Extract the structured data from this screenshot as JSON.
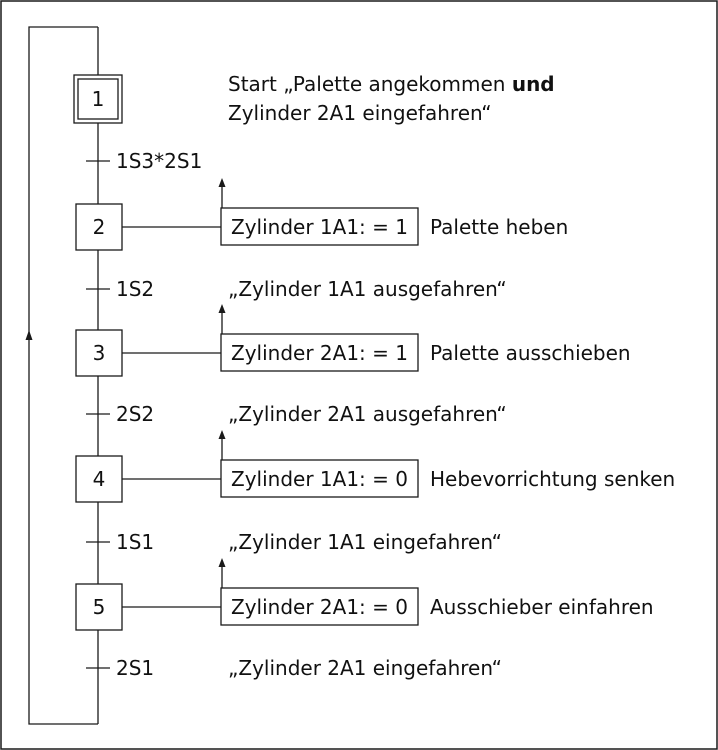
{
  "steps": [
    {
      "number": "1",
      "initial": true
    },
    {
      "number": "2",
      "initial": false
    },
    {
      "number": "3",
      "initial": false
    },
    {
      "number": "4",
      "initial": false
    },
    {
      "number": "5",
      "initial": false
    }
  ],
  "start_note": {
    "line1_prefix": "Start „Palette angekommen ",
    "line1_bold": "und",
    "line2": "Zylinder 2A1 eingefahren“"
  },
  "transitions": [
    {
      "condition": "1S3*2S1",
      "description": ""
    },
    {
      "condition": "1S2",
      "description": "„Zylinder 1A1 ausgefahren“"
    },
    {
      "condition": "2S2",
      "description": "„Zylinder 2A1 ausgefahren“"
    },
    {
      "condition": "1S1",
      "description": "„Zylinder 1A1 eingefahren“"
    },
    {
      "condition": "2S1",
      "description": "„Zylinder 2A1 eingefahren“"
    }
  ],
  "actions": [
    {
      "command": "Zylinder 1A1: = 1",
      "label": "Palette heben"
    },
    {
      "command": "Zylinder 2A1: = 1",
      "label": "Palette ausschieben"
    },
    {
      "command": "Zylinder 1A1: = 0",
      "label": "Hebevorrichtung senken"
    },
    {
      "command": "Zylinder 2A1: = 0",
      "label": "Ausschieber einfahren"
    }
  ],
  "colors": {
    "line": "#1a1a1a",
    "background": "#ffffff",
    "text": "#111111"
  }
}
